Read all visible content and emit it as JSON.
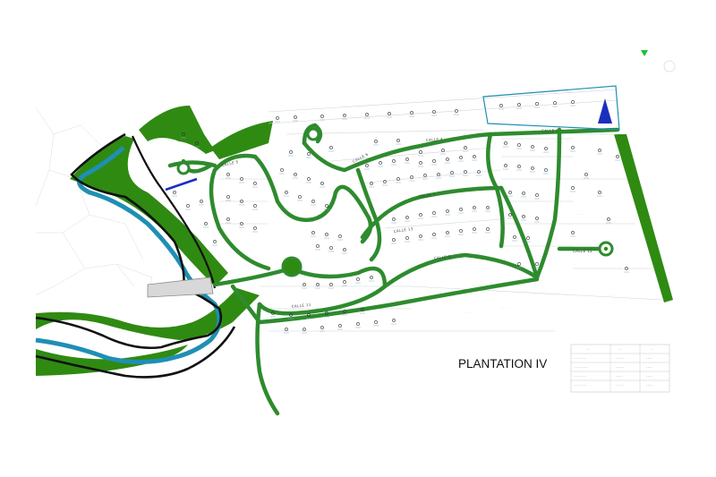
{
  "title": "PLANTATION IV",
  "streets": {
    "calle4": "CALLE 4",
    "calle3": "CALLE 3",
    "calle5": "CALLE 5",
    "calle6": "CALLE 6",
    "calle7": "CALLE 7",
    "calle8": "CALLE 8",
    "calle11": "CALLE 11",
    "calle12": "CALLE 12",
    "calle13": "CALLE 13"
  },
  "colors": {
    "road": "#2e8b2e",
    "green_area": "#2f8a12",
    "river": "#1f8fb3",
    "boundary": "#111111",
    "parcel": "#cfd3d6",
    "marker": "#333333",
    "blue_zone": "#1a2fbf",
    "title": "#111111"
  }
}
